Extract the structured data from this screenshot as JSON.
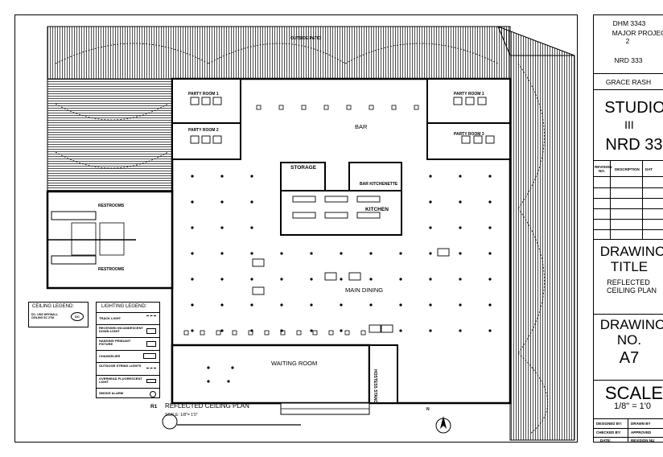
{
  "plan": {
    "outside_patio": "OUTSIDE PATIO",
    "party_room_1a": "PARTY ROOM 1",
    "party_room_2": "PARTY ROOM 2",
    "party_room_1b": "PARTY ROOM 1",
    "party_room_3": "PARTY ROOM 3",
    "bar": "BAR",
    "storage": "STORAGE",
    "bar_kitchenette": "BAR KITCHENETTE",
    "kitchen": "KITCHEN",
    "restrooms_top": "RESTROOMS",
    "restrooms_bottom": "RESTROOMS",
    "main_dining": "MAIN DINING",
    "waiting_room": "WAITING ROOM",
    "hostess_stand": "HOSTESS STAND",
    "plan_number": "R1",
    "plan_title": "REFLECTED CEILING PLAN",
    "plan_scale": "SCALE: 1/8\"= 1'0\"",
    "north_label": "N"
  },
  "ceiling_legend": {
    "title": "CEILING LEGEND:",
    "item": "DC- USG DRYWALL CEILING SC 2TM",
    "symbol": "DC"
  },
  "lighting_legend": {
    "title": "LIGHTING LEGEND:",
    "items": [
      "TRACK LIGHT",
      "RECESSED INCANDESCENT DOWN LIGHT",
      "HANGING PENDANT FIXTURE",
      "CHANDELIER",
      "OUTDOOR STRING LIGHTS",
      "OVERHEAD FLUORESCENT LIGHT",
      "SMOKE ALARM"
    ]
  },
  "title_block": {
    "course": "DHM 3343",
    "project_line1": "MAJOR PROJEC",
    "project_line2": "2",
    "course2": "NRD 333",
    "student": "GRACE RASH",
    "studio_line1": "STUDIO",
    "studio_line2": "III",
    "nrd": "NRD 33",
    "rev_no": "REVISION NO.",
    "rev_desc": "DESCRIPTION",
    "rev_date": "DAT",
    "drawing_title_label1": "DRAWINC",
    "drawing_title_label2": "TITLE",
    "drawing_title1": "REFLECTED",
    "drawing_title2": "CEILING PLAN",
    "drawing_no_label1": "DRAWINC",
    "drawing_no_label2": "NO.",
    "drawing_no": "A7",
    "scale_label": "SCALE",
    "scale_value": "1/8\" = 1'0",
    "designed_by": "DESIGNED BY:",
    "drawn_by": "DRAWN BY",
    "checked_by": "CHECKED BY:",
    "approved": "APPROVED",
    "date": "DATE:",
    "revision": "REVISION NU"
  },
  "colors": {
    "line": "#000000",
    "background": "#ffffff"
  }
}
